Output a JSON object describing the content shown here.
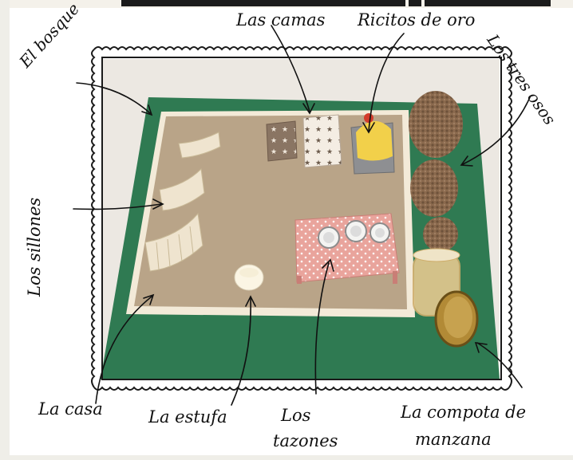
{
  "labels": {
    "bosque": "El bosque",
    "camas": "Las camas",
    "ricitos": "Ricitos de oro",
    "osos": "Los tres osos",
    "sillones": "Los sillones",
    "casa": "La casa",
    "estufa": "La estufa",
    "tazones_line1": "Los",
    "tazones_line2": "tazones",
    "compota_line1": "La compota de",
    "compota_line2": "manzana"
  },
  "colors": {
    "mat_green": "#2f7a52",
    "burlap": "#b9a488",
    "border_cream": "#f3ead8",
    "tree_brown": "#8b6a4e",
    "table_pink": "#e7a7a0",
    "jar_gold": "#b28a36",
    "frame_ink": "#1a1a1a"
  }
}
